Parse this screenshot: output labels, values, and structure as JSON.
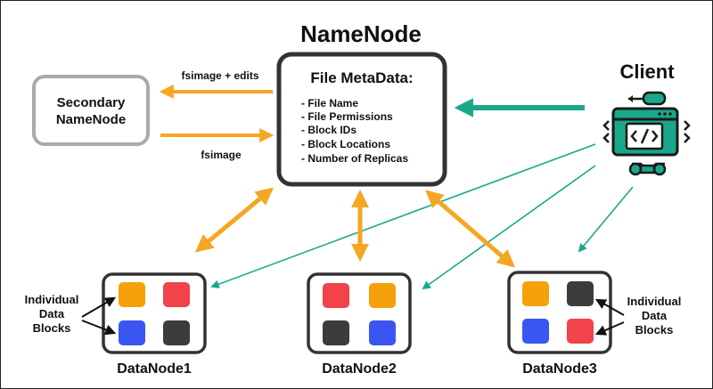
{
  "namenode": {
    "title": "NameNode",
    "box_title": "File MetaData:",
    "items": [
      "- File Name",
      "- File Permissions",
      "- Block IDs",
      "- Block Locations",
      "- Number of Replicas"
    ]
  },
  "secondary": {
    "line1": "Secondary",
    "line2": "NameNode"
  },
  "arrows": {
    "top_label": "fsimage + edits",
    "bottom_label": "fsimage"
  },
  "client": {
    "title": "Client",
    "icon": "code-window-gear-icon"
  },
  "datanodes": [
    {
      "name": "DataNode1",
      "blocks": [
        "#f5a20a",
        "#f2424a",
        "#3a56f2",
        "#3c3c3c"
      ]
    },
    {
      "name": "DataNode2",
      "blocks": [
        "#f2424a",
        "#f5a20a",
        "#3c3c3c",
        "#3a56f2"
      ]
    },
    {
      "name": "DataNode3",
      "blocks": [
        "#f5a20a",
        "#3c3c3c",
        "#3a56f2",
        "#f2424a"
      ]
    }
  ],
  "annotations": {
    "left": [
      "Individual",
      "Data",
      "Blocks"
    ],
    "right": [
      "Individual",
      "Data",
      "Blocks"
    ]
  },
  "colors": {
    "orange": "#f5a623",
    "teal": "#1aa88a",
    "box_stroke": "#333333",
    "secondary_stroke": "#aaaaaa"
  }
}
